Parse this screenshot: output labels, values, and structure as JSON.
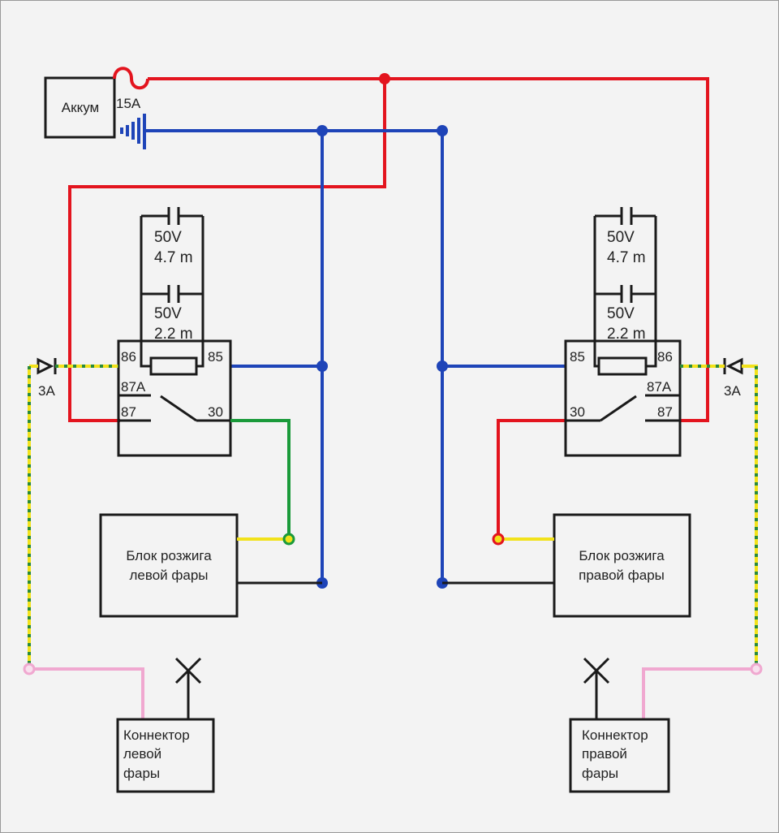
{
  "colors": {
    "positive": "#e3141e",
    "ground": "#1e44b8",
    "signal": "#1a9a3a",
    "trigger": "#f2e21a",
    "control_dash": "#2a8a3a",
    "connector": "#f0a8d0",
    "outline": "#1a1a1a",
    "background": "#f3f3f3"
  },
  "battery": {
    "label": "Аккум",
    "fuse": "15A"
  },
  "left": {
    "cap_top": {
      "voltage": "50V",
      "value": "4.7 m"
    },
    "cap_bottom": {
      "voltage": "50V",
      "value": "2.2 m"
    },
    "relay": {
      "pin86": "86",
      "pin85": "85",
      "pin87A": "87A",
      "pin87": "87",
      "pin30": "30"
    },
    "diode_rating": "3A",
    "ignition_line1": "Блок розжига",
    "ignition_line2": "левой фары",
    "connector_line1": "Коннектор",
    "connector_line2": "левой",
    "connector_line3": "фары"
  },
  "right": {
    "cap_top": {
      "voltage": "50V",
      "value": "4.7 m"
    },
    "cap_bottom": {
      "voltage": "50V",
      "value": "2.2 m"
    },
    "relay": {
      "pin85": "85",
      "pin86": "86",
      "pin87A": "87A",
      "pin30": "30",
      "pin87": "87"
    },
    "diode_rating": "3A",
    "ignition_line1": "Блок розжига",
    "ignition_line2": "правой фары",
    "connector_line1": "Коннектор",
    "connector_line2": "правой",
    "connector_line3": "фары"
  }
}
